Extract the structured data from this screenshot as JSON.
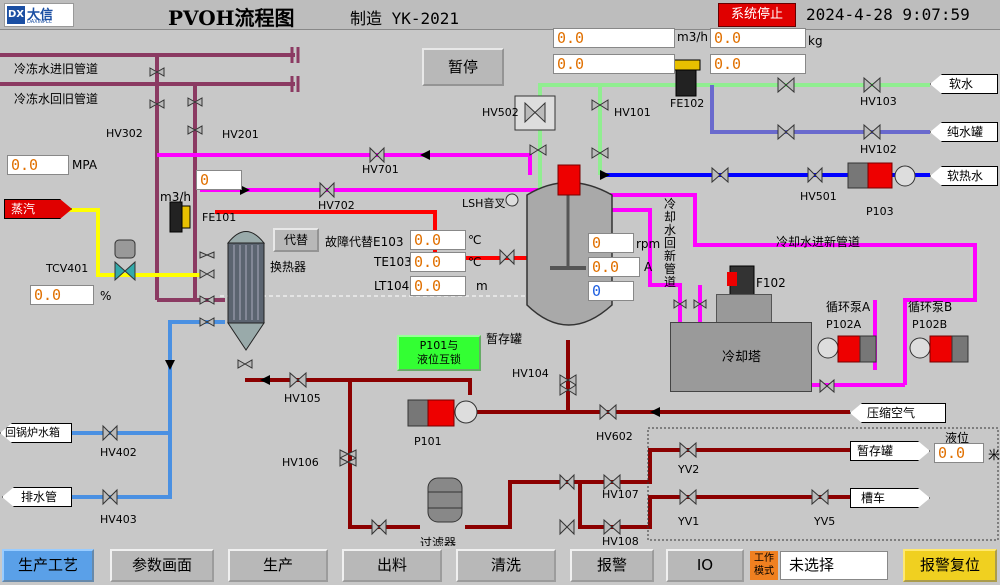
{
  "header": {
    "logo_mark": "DX",
    "logo_name": "大信",
    "logo_sub": "DAXINPLC",
    "title": "PVOH流程图",
    "maker": "制造 YK-2021",
    "system_status": "系统停止",
    "datetime": "2024-4-28 9:07:59"
  },
  "controls": {
    "pause": "暂停",
    "substitute": "代替",
    "interlock": "P101与\n液位互锁"
  },
  "pipes": {
    "chill_in": "冷冻水进旧管道",
    "chill_return": "冷冻水回旧管道",
    "cooling_in_new": "冷却水进新管道",
    "cooling_return_new": "冷却水回新管道"
  },
  "sources": {
    "soft_water": "软水",
    "pure_water": "纯水罐",
    "soft_hot_water": "软热水",
    "steam": "蒸汽",
    "compressed_air": "压缩空气",
    "to_boiler": "回锅炉水箱",
    "drain": "排水管",
    "temp_tank": "暂存罐",
    "tank_truck": "槽车"
  },
  "readings": {
    "flow_top_1": "0.0",
    "flow_top_1_unit": "m3/h",
    "mass_top_1": "0.0",
    "mass_top_1_unit": "kg",
    "flow_top_2": "0.0",
    "mass_top_2": "0.0",
    "pressure": "0.0",
    "pressure_unit": "MPA",
    "fe101": "0",
    "fe101_unit": "m3/h",
    "e103_label": "故障代替E103",
    "e103": "0.0",
    "te103_label": "TE103",
    "te103": "0.0",
    "lt104_label": "LT104",
    "lt104": "0.0",
    "temp_unit": "℃",
    "level_unit": "m",
    "rpm": "0",
    "rpm_unit": "rpm",
    "current": "0.0",
    "current_unit": "A",
    "extra": "0",
    "tcv401": "0.0",
    "tcv401_unit": "%",
    "tank_level_label": "液位",
    "tank_level": "0.0",
    "tank_level_unit": "米"
  },
  "equipment": {
    "hv302": "HV302",
    "hv201": "HV201",
    "hv502": "HV502",
    "hv101": "HV101",
    "fe102": "FE102",
    "hv103": "HV103",
    "hv102": "HV102",
    "hv701": "HV701",
    "hv501": "HV501",
    "p103": "P103",
    "fe101": "FE101",
    "hv702": "HV702",
    "lsh": "LSH音叉",
    "tcv401": "TCV401",
    "heat_exchanger": "换热器",
    "f102": "F102",
    "pump_a_label": "循环泵A",
    "pump_b_label": "循环泵B",
    "p102a": "P102A",
    "p102b": "P102B",
    "cooling_tower": "冷却塔",
    "temp_tank": "暂存罐",
    "hv104": "HV104",
    "hv105": "HV105",
    "p101": "P101",
    "hv602": "HV602",
    "hv402": "HV402",
    "hv106": "HV106",
    "hv403": "HV403",
    "filter": "过滤器",
    "hv107": "HV107",
    "hv108": "HV108",
    "yv2": "YV2",
    "yv1": "YV1",
    "yv5": "YV5"
  },
  "nav": {
    "items": [
      "生产工艺",
      "参数画面",
      "生产",
      "出料",
      "清洗",
      "报警",
      "IO"
    ],
    "mode_label": "工作模式",
    "mode_value": "未选择",
    "alarm_reset": "报警复位"
  },
  "colors": {
    "pipe_purple": "#8b3a62",
    "pipe_magenta": "#ff00ff",
    "pipe_red": "#ff0000",
    "pipe_darkred": "#8b0000",
    "pipe_blue": "#0000ff",
    "pipe_lightblue": "#4a90e2",
    "pipe_yellow": "#ffff00",
    "pipe_lightgreen": "#90ee90",
    "pipe_indigo": "#6a6acd",
    "status_red": "#e00000",
    "interlock_green": "#33ff33"
  }
}
